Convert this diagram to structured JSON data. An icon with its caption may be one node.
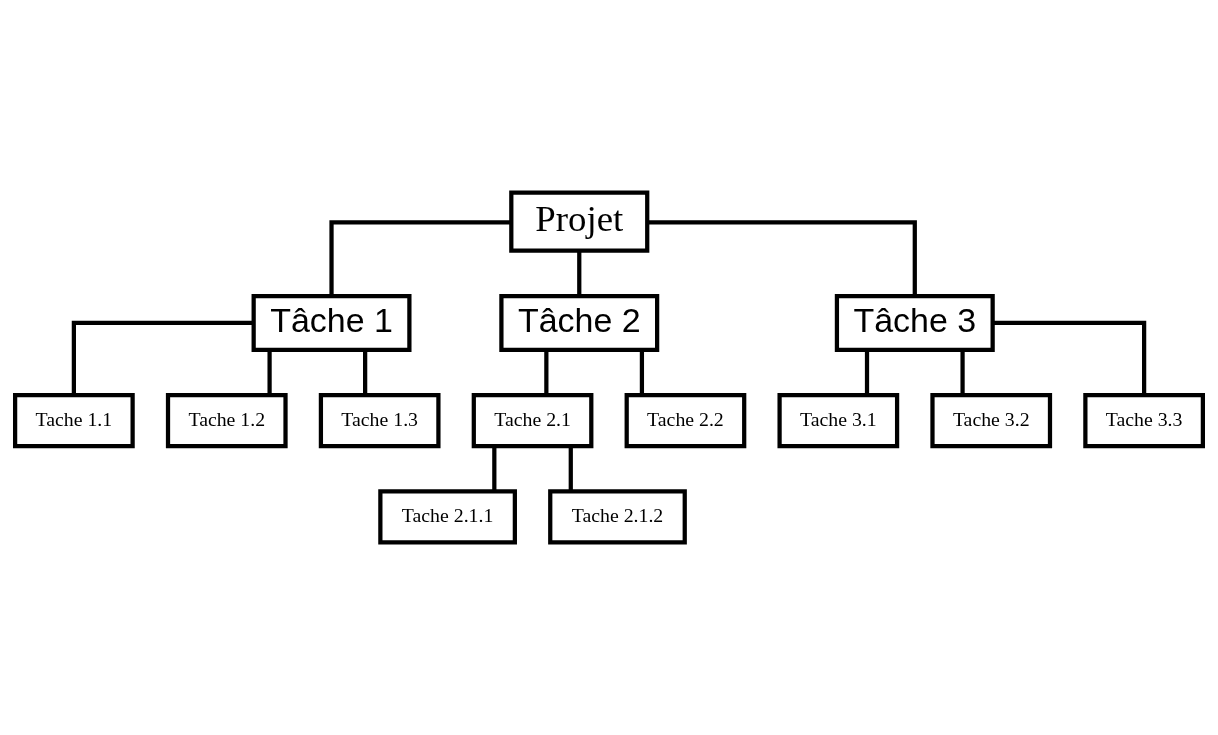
{
  "diagram": {
    "nodes": [
      {
        "text": [
          "Projet"
        ]
      },
      {
        "text": [
          "Tâche 1"
        ]
      },
      {
        "text": [
          "Tâche 2"
        ]
      },
      {
        "text": [
          "Tâche 3"
        ]
      },
      {
        "text": [
          "Tache 1.1"
        ]
      },
      {
        "text": [
          "Tache 1.2"
        ]
      },
      {
        "text": [
          "Tache 1.3"
        ]
      },
      {
        "text": [
          "Tache 2.1"
        ]
      },
      {
        "text": [
          "Tache 2.1.1"
        ]
      },
      {
        "text": [
          "Tache 2.1.2"
        ]
      },
      {
        "text": [
          "Tache 2.2"
        ]
      },
      {
        "text": [
          "Tache 3.1"
        ]
      },
      {
        "text": [
          "Tache 3.2"
        ]
      },
      {
        "text": [
          "Tache 3.3"
        ]
      }
    ],
    "edges": [
      {
        "from": 0,
        "to": 1,
        "arrow": "none"
      },
      {
        "from": 0,
        "to": 2,
        "arrow": "none"
      },
      {
        "from": 0,
        "to": 3,
        "arrow": "none"
      },
      {
        "from": 1,
        "to": 4,
        "arrow": "none"
      },
      {
        "from": 1,
        "to": 5,
        "arrow": "none"
      },
      {
        "from": 1,
        "to": 6,
        "arrow": "none"
      },
      {
        "from": 2,
        "to": 7,
        "arrow": "none"
      },
      {
        "from": 7,
        "to": 8,
        "arrow": "none"
      },
      {
        "from": 7,
        "to": 9,
        "arrow": "none"
      },
      {
        "from": 2,
        "to": 10,
        "arrow": "none"
      },
      {
        "from": 3,
        "to": 11,
        "arrow": "none"
      },
      {
        "from": 3,
        "to": 12,
        "arrow": "none"
      },
      {
        "from": 3,
        "to": 13,
        "arrow": "none"
      }
    ]
  }
}
